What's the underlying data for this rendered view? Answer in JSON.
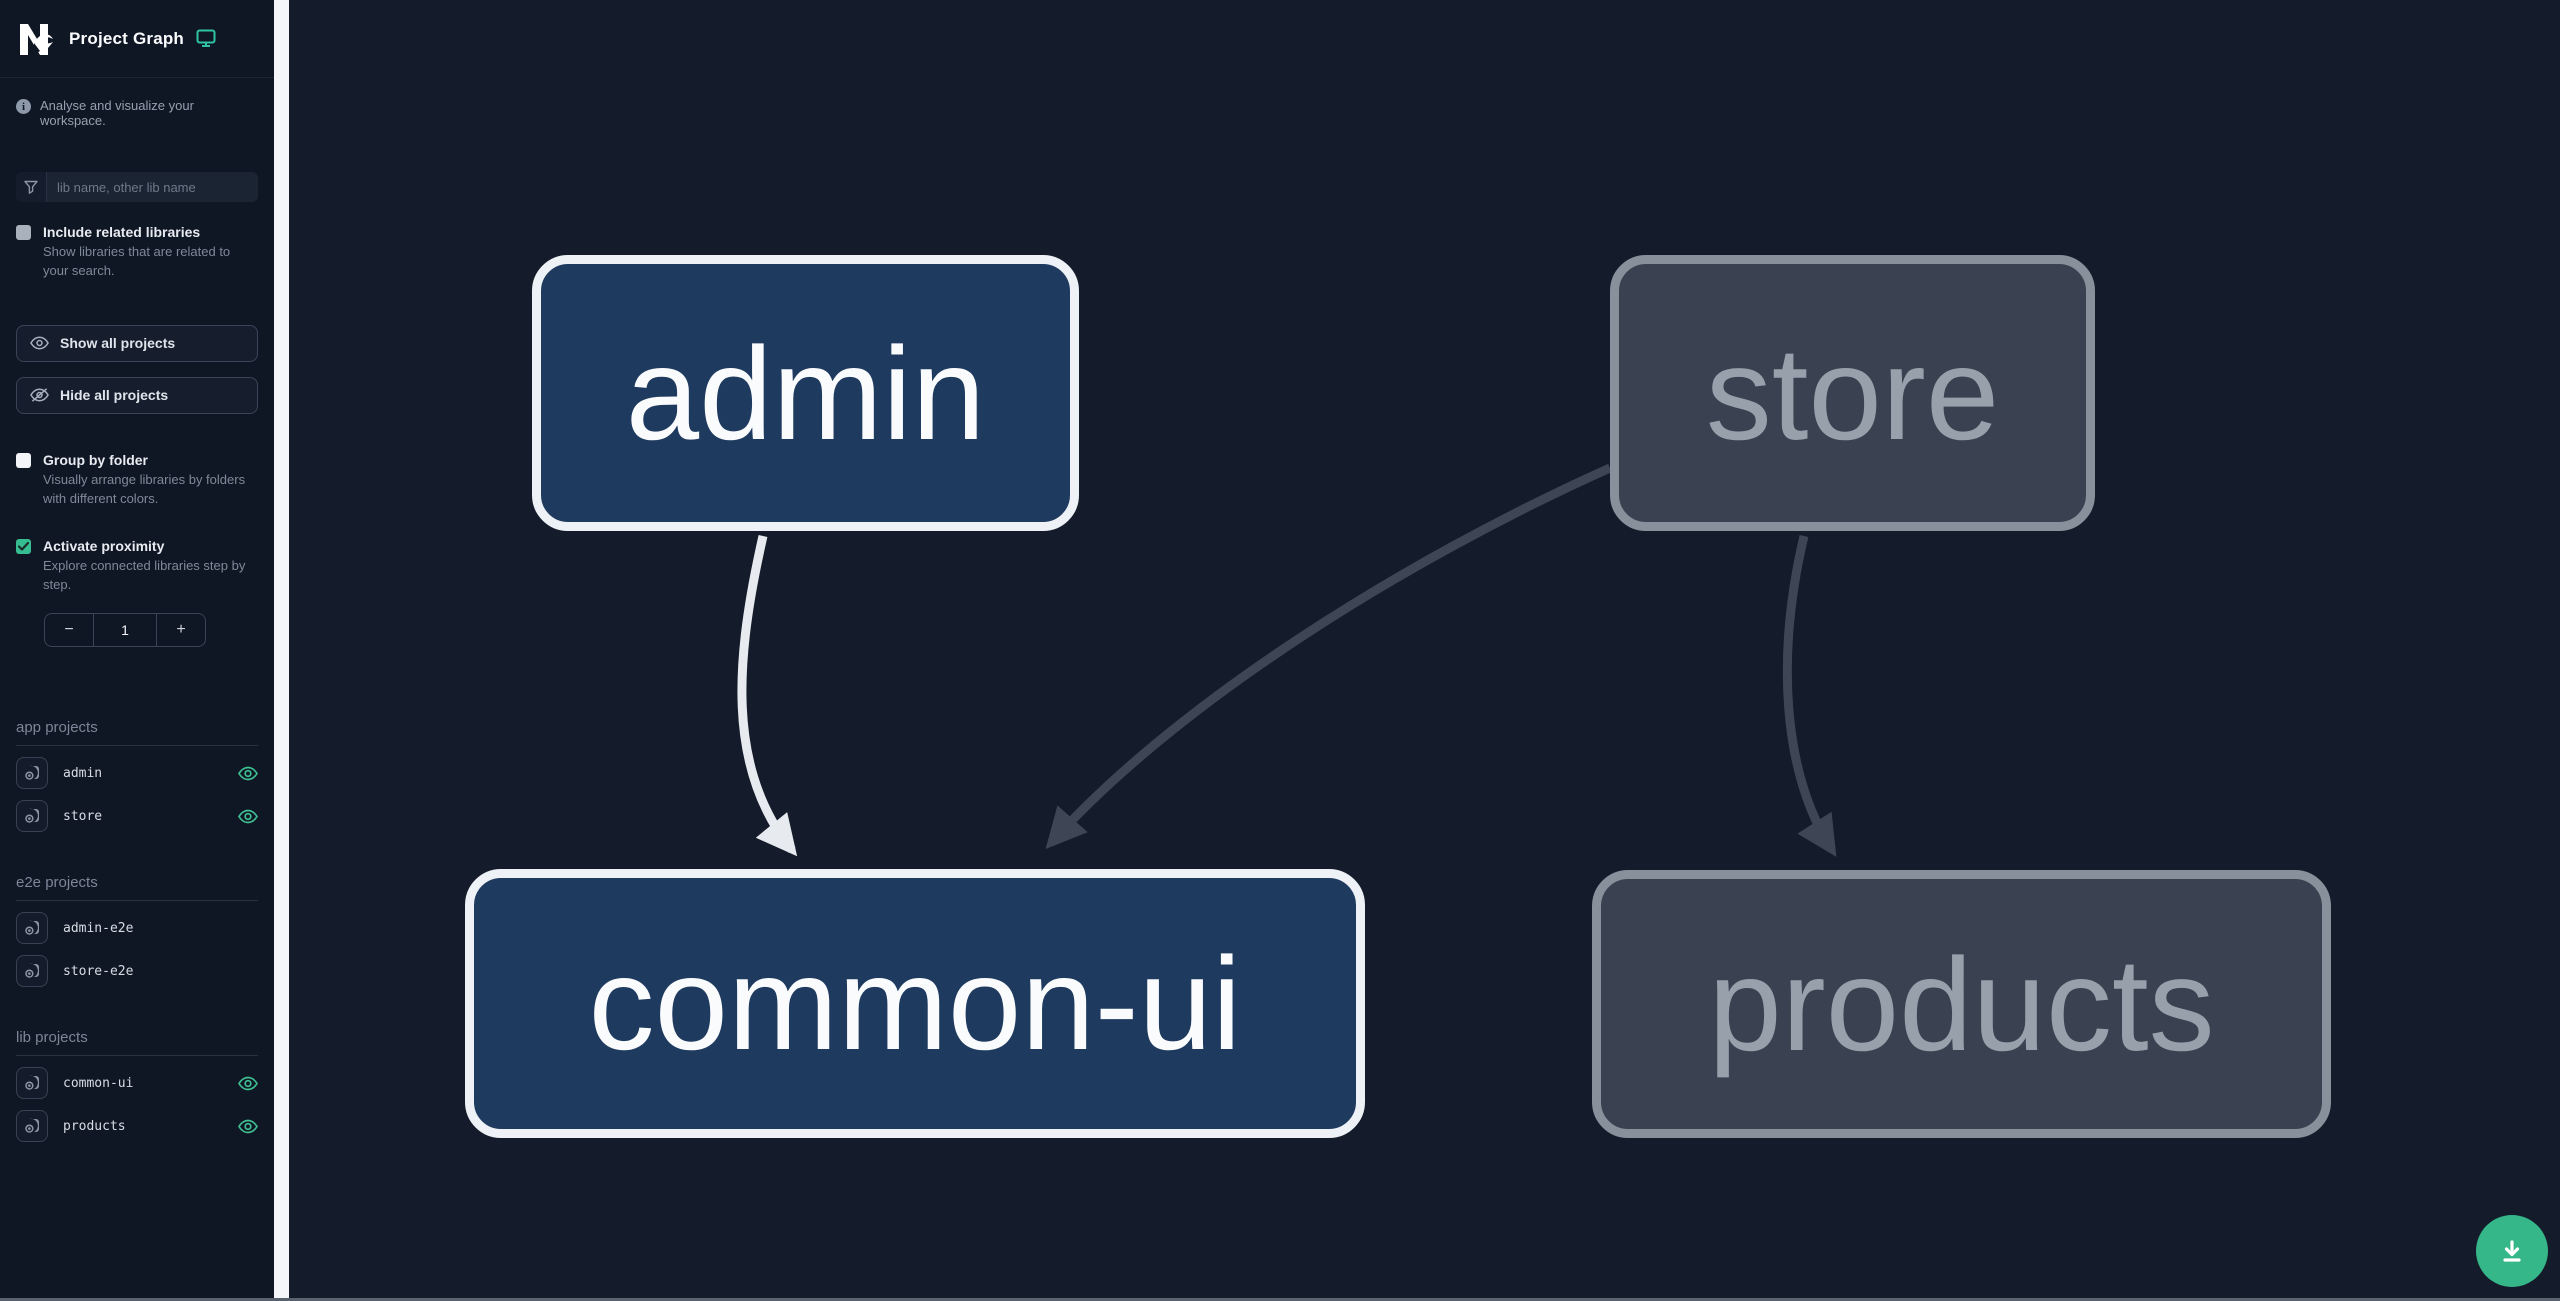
{
  "app": {
    "title": "Project Graph"
  },
  "sidebar": {
    "tagline": "Analyse and visualize your workspace.",
    "filter": {
      "placeholder": "lib name, other lib name"
    },
    "include_related": {
      "label": "Include related libraries",
      "description": "Show libraries that are related to your search.",
      "checked": false
    },
    "show_all_label": "Show all projects",
    "hide_all_label": "Hide all projects",
    "group_by_folder": {
      "label": "Group by folder",
      "description": "Visually arrange libraries by folders with different colors.",
      "checked": false
    },
    "activate_proximity": {
      "label": "Activate proximity",
      "description": "Explore connected libraries step by step.",
      "checked": true
    },
    "proximity_stepper": {
      "decrement": "−",
      "value": "1",
      "increment": "+"
    },
    "sections": [
      {
        "title": "app projects",
        "items": [
          {
            "name": "admin",
            "eye_visible": true
          },
          {
            "name": "store",
            "eye_visible": true
          }
        ]
      },
      {
        "title": "e2e projects",
        "items": [
          {
            "name": "admin-e2e",
            "eye_visible": false
          },
          {
            "name": "store-e2e",
            "eye_visible": false
          }
        ]
      },
      {
        "title": "lib projects",
        "items": [
          {
            "name": "common-ui",
            "eye_visible": true
          },
          {
            "name": "products",
            "eye_visible": true
          }
        ]
      }
    ]
  },
  "graph": {
    "nodes": [
      {
        "label": "admin",
        "state": "highlighted"
      },
      {
        "label": "store",
        "state": "dimmed"
      },
      {
        "label": "common-ui",
        "state": "highlighted"
      },
      {
        "label": "products",
        "state": "dimmed"
      }
    ],
    "edges": [
      {
        "source": "admin",
        "target": "common-ui",
        "state": "highlighted"
      },
      {
        "source": "store",
        "target": "common-ui",
        "state": "dimmed"
      },
      {
        "source": "store",
        "target": "products",
        "state": "dimmed"
      }
    ]
  },
  "colors": {
    "accent_teal": "#2fc3a5",
    "accent_green": "#38b98c",
    "node_highlighted_bg": "#1e3a5f",
    "node_highlighted_border": "#eef1f5",
    "node_dimmed_bg": "#3a4150",
    "node_dimmed_border": "#88909c",
    "edge_highlighted": "#e7eaee",
    "edge_dimmed": "#3e4656",
    "sidebar_bg": "#101724",
    "canvas_bg": "#141b2a",
    "resizer": "#f4f6f9",
    "bottom_line": "#5a6270"
  }
}
